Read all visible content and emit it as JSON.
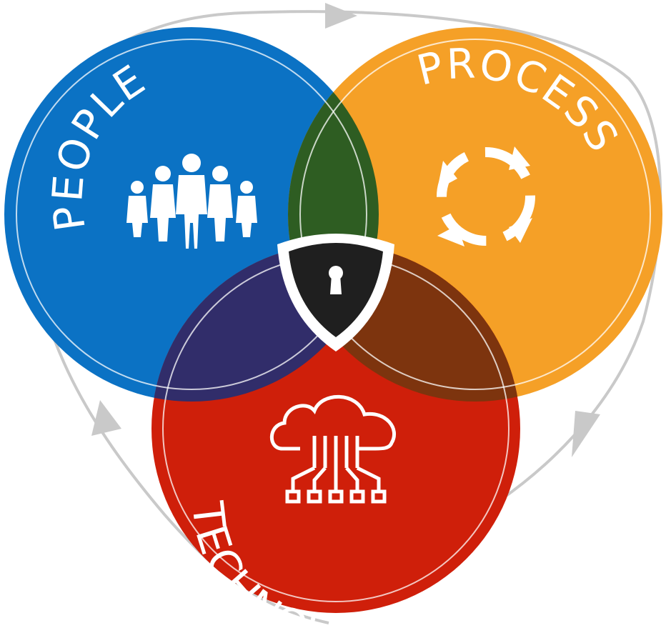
{
  "diagram": {
    "labels": {
      "people": "PEOPLE",
      "process": "PROCESS",
      "technology": "TECHNOLOGY"
    },
    "colors": {
      "background": "#ffffff",
      "people": "#0b72c4",
      "process": "#f5a027",
      "technology": "#cf1f0a",
      "people_process_overlap": "#2e5d22",
      "people_technology_overlap": "#312d6a",
      "process_technology_overlap": "#7d340e",
      "center_shield": "#1f1f1f",
      "cycle_arrows": "#c9c9c9"
    },
    "icons": {
      "people": "group-of-people-icon",
      "process": "circular-arrows-icon",
      "technology": "cloud-network-icon",
      "center": "keyhole-shield-icon"
    }
  }
}
